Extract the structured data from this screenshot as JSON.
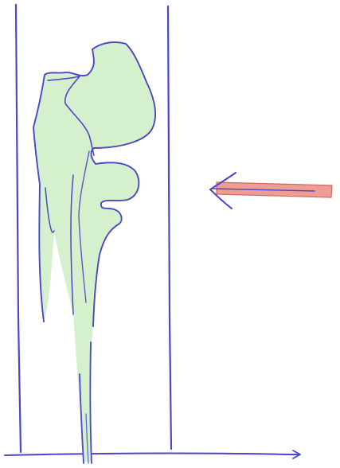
{
  "colors": {
    "background": "#ffffff",
    "ink": "#4a47c9",
    "fill": "#d5f0cc",
    "arrow_fill": "#ef9d93",
    "arrow_edge": "#cf6a63"
  },
  "elements": {
    "left_wall": "vertical-line",
    "right_wall": "vertical-line",
    "baseline": "horizontal-line-with-arrowhead",
    "green_shape": "irregular-vertical-form",
    "wind_arrow": "left-pointing-arrow"
  },
  "icons": {
    "arrowhead": "chevron-left-icon"
  }
}
